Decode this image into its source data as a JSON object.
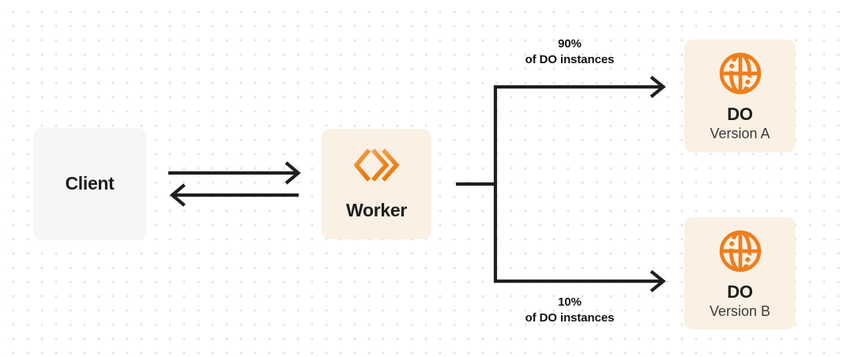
{
  "colors": {
    "accent_orange": "#EE7E1E",
    "worker_gradient_start": "#F4A04A",
    "worker_gradient_end": "#E8780A",
    "node_cream_bg": "#FAF1E4",
    "node_gray_bg": "#F6F6F7",
    "line_ink": "#1F1F1F",
    "title_ink": "#1D1D1D",
    "subtitle_ink": "#3C3C3C",
    "dot_grid": "#E2E2E2"
  },
  "nodes": {
    "client": {
      "label": "Client"
    },
    "worker": {
      "label": "Worker",
      "icon": "cloudflare-workers-icon"
    },
    "do_a": {
      "title": "DO",
      "subtitle": "Version A",
      "icon": "durable-object-globe-icon"
    },
    "do_b": {
      "title": "DO",
      "subtitle": "Version B",
      "icon": "durable-object-globe-icon"
    }
  },
  "edges": {
    "branch_top": {
      "percent": "90%",
      "caption": "of DO instances"
    },
    "branch_bottom": {
      "percent": "10%",
      "caption": "of DO instances"
    }
  }
}
